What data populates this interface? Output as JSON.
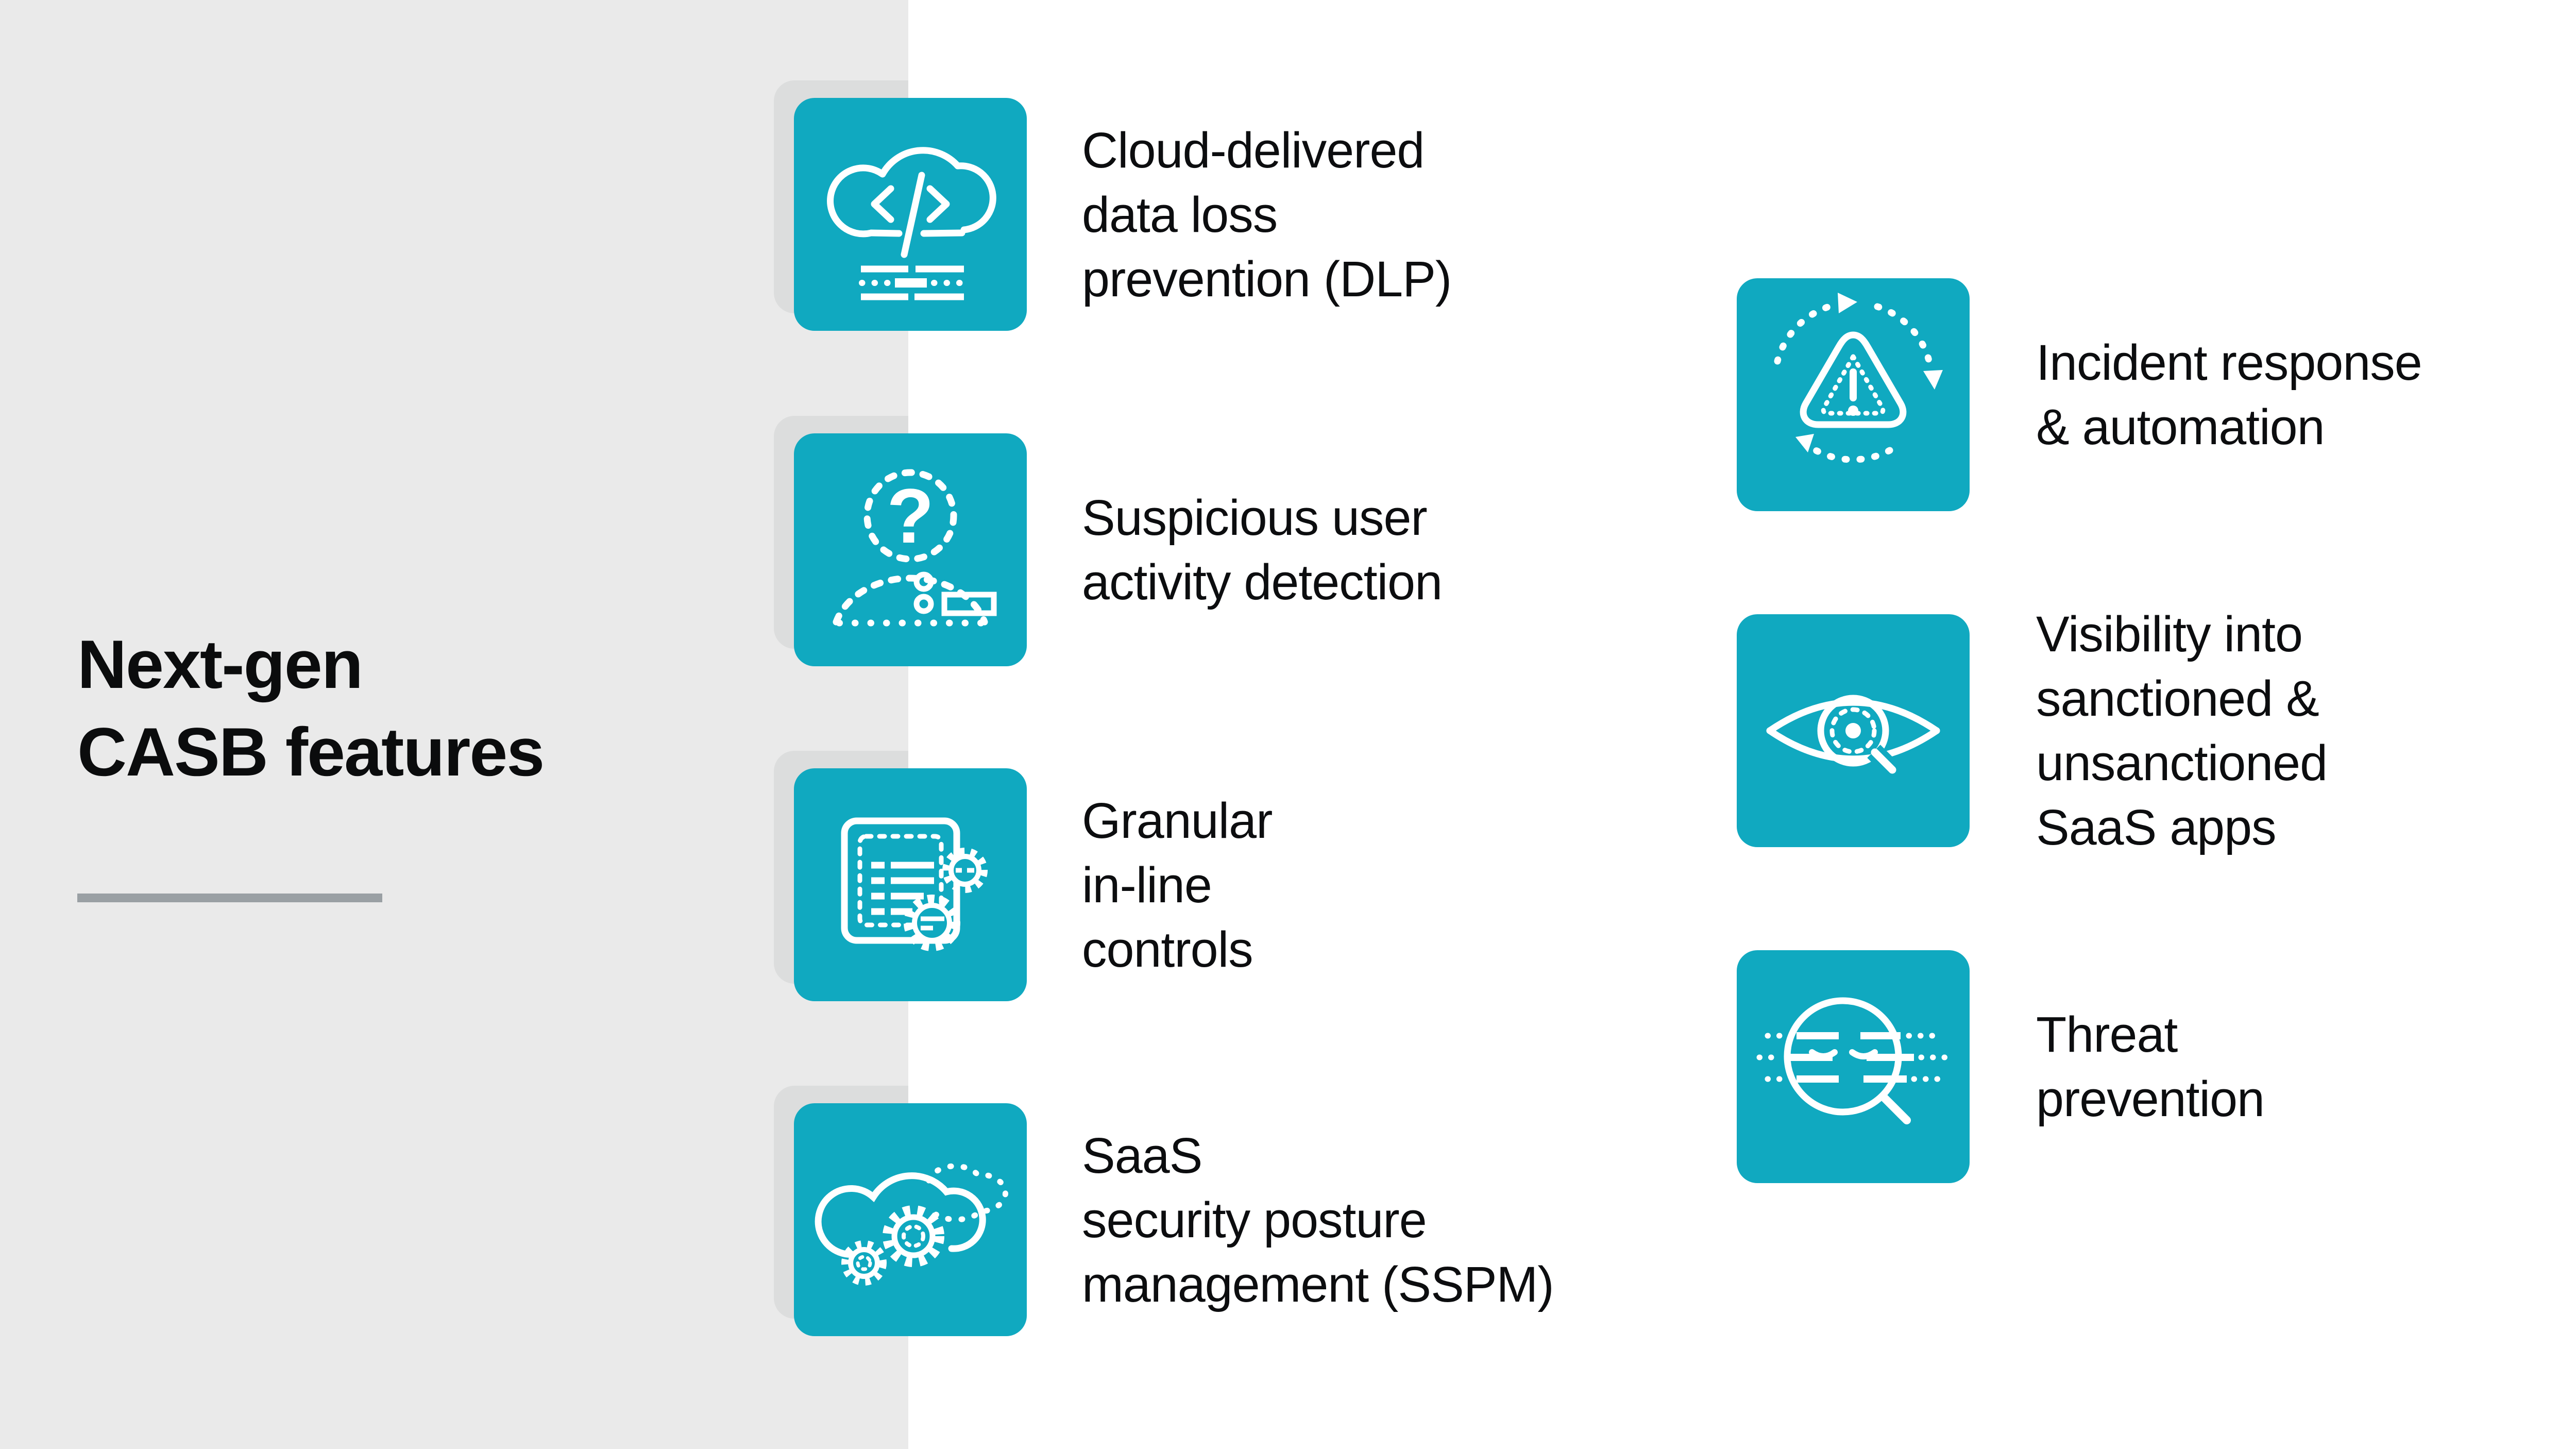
{
  "colors": {
    "tile_teal": "#10a9c0",
    "panel_gray": "#eaeaea",
    "tile_shadow_gray": "#dcdddd",
    "title_text": "#0b0c0d",
    "body_text": "#0c0d0f",
    "underline_gray": "#9aa0a4",
    "icon_stroke": "#ffffff",
    "background": "#ffffff"
  },
  "title_panel": {
    "title": "Next-gen\nCASB features"
  },
  "features": {
    "left": [
      {
        "icon": "cloud-code-icon",
        "label": "Cloud-delivered\ndata loss\nprevention (DLP)"
      },
      {
        "icon": "suspicious-user-icon",
        "glyph": "?",
        "label": "Suspicious user\nactivity detection"
      },
      {
        "icon": "document-gears-icon",
        "label": "Granular\nin-line\ncontrols"
      },
      {
        "icon": "cloud-gears-icon",
        "label": "SaaS\nsecurity posture\nmanagement (SSPM)"
      }
    ],
    "right": [
      {
        "icon": "alert-cycle-icon",
        "label": "Incident response\n& automation"
      },
      {
        "icon": "eye-magnifier-icon",
        "label": "Visibility into\nsanctioned &\nunsanctioned\nSaaS apps"
      },
      {
        "icon": "face-magnifier-icon",
        "label": "Threat\nprevention"
      }
    ]
  }
}
